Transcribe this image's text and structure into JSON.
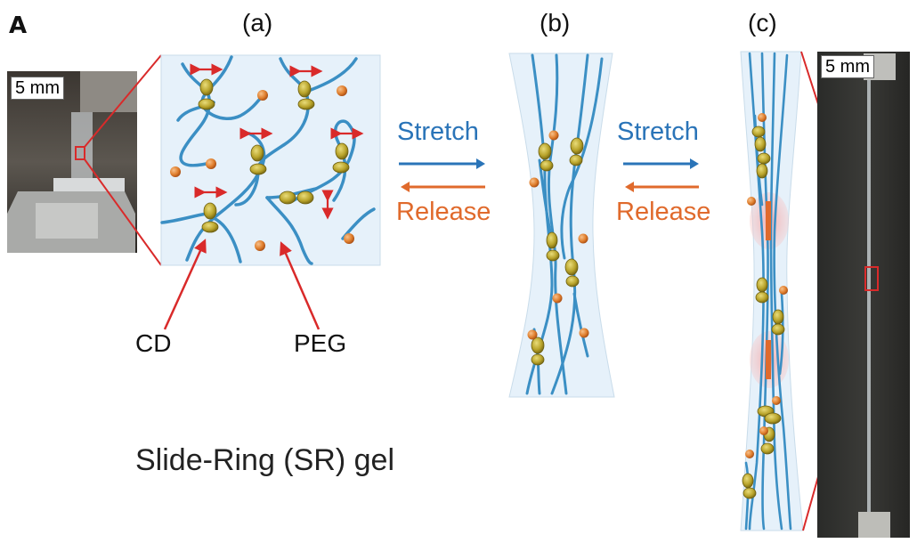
{
  "figure": {
    "panel_letter": "A",
    "panels": {
      "a": "(a)",
      "b": "(b)",
      "c": "(c)"
    },
    "arrows": {
      "stretch": "Stretch",
      "release": "Release"
    },
    "labels": {
      "cd": "CD",
      "peg": "PEG"
    },
    "scale_bar": "5 mm",
    "title": "Slide-Ring (SR) gel"
  },
  "colors": {
    "chain": "#3b8fc4",
    "ring": "#b8a32a",
    "endcap": "#e07f2e",
    "gel_fill": "#e6f1fa",
    "red_marker": "#d92a2a",
    "stretch": "#2a74b8",
    "release": "#e06a2c"
  },
  "icons": [
    "photo-left-tensile-grip",
    "photo-right-stretched-specimen"
  ]
}
